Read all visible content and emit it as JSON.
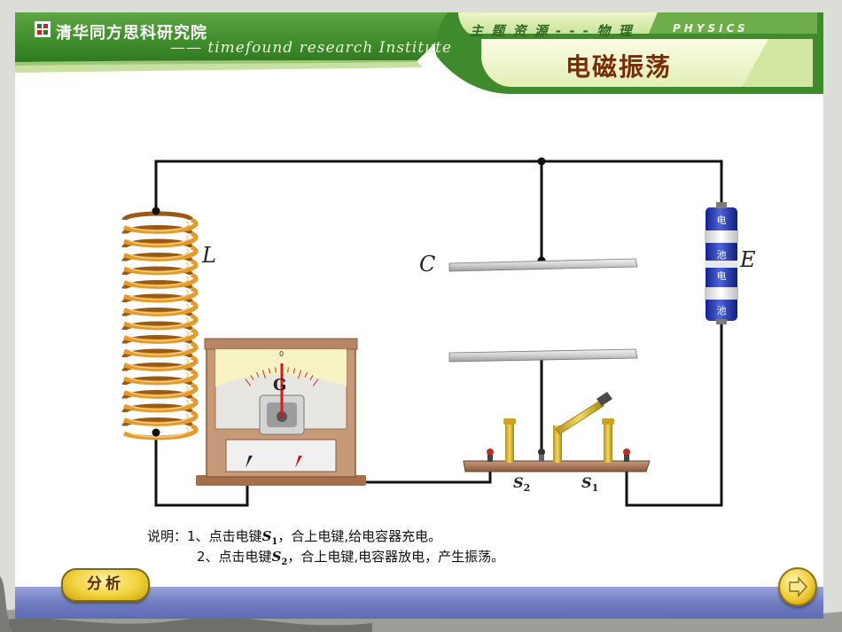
{
  "header": {
    "brand_title": "清华同方思科研究院",
    "brand_subtitle": "—— timefound research Institute",
    "subject": "主 题 资 源 - - - 物 理",
    "physics": "PHYSICS",
    "topic": "电磁振荡"
  },
  "diagram": {
    "inductor_label": "L",
    "capacitor_label": "C",
    "battery_label": "E",
    "galvanometer_label": "G",
    "galvanometer_zero": "0",
    "battery_cell_text": [
      "电",
      "池",
      "电",
      "池"
    ],
    "switch_s2": {
      "letter": "S",
      "index": "2"
    },
    "switch_s1": {
      "letter": "S",
      "index": "1"
    }
  },
  "notes": {
    "prefix": "说明：",
    "line1": {
      "number": "1、",
      "before": "点击电键",
      "key_letter": "S",
      "key_index": "1",
      "after": "，合上电键,给电容器充电。"
    },
    "line2": {
      "number": "2、",
      "before": "点击电键",
      "key_letter": "S",
      "key_index": "2",
      "after": "，合上电键,电容器放电，产生振荡。"
    }
  },
  "buttons": {
    "analyze": "分析"
  },
  "colors": {
    "header_green": "#3f8a2c",
    "topic_red": "#7d2a08",
    "coil_copper": "#d8902a",
    "battery_blue": "#2c3fb2",
    "footer_blue": "#6f7cc0",
    "button_gold": "#f2d23c"
  }
}
